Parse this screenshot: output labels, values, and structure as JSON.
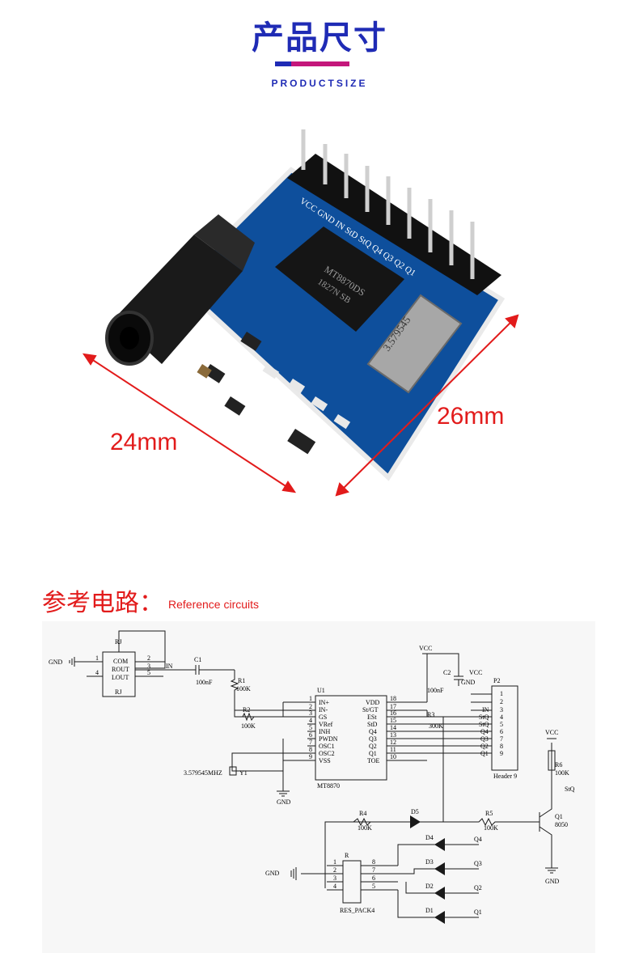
{
  "header": {
    "title": "产品尺寸",
    "subtitle": "PRODUCTSIZE"
  },
  "dimensions": {
    "width_label": "24mm",
    "height_label": "26mm"
  },
  "board": {
    "chip_label_line1": "MT8870DS",
    "chip_label_line2": "1827N  SB",
    "crystal_label": "3.579545",
    "header_pins_label": "VCC GND IN StD StQ Q4 Q3 Q2 Q1"
  },
  "section": {
    "title": "参考电路：",
    "subtitle": "Reference circuits"
  },
  "schematic": {
    "jack": {
      "ref": "RJ",
      "pins": [
        "COM",
        "ROUT",
        "LOUT"
      ],
      "nums": [
        "1",
        "2",
        "3",
        "4",
        "5"
      ],
      "bottom_ref": "RJ"
    },
    "gnd": "GND",
    "in_label": "IN",
    "c1": {
      "ref": "C1",
      "value": "100nF"
    },
    "r1": {
      "ref": "R1",
      "value": "100K"
    },
    "r2": {
      "ref": "R2",
      "value": "100K"
    },
    "r3": {
      "ref": "R3",
      "value": "300K"
    },
    "c2": {
      "ref": "C2",
      "value": "100nF"
    },
    "u1": {
      "ref": "U1",
      "name": "MT8870",
      "left_pins": [
        "IN+",
        "IN-",
        "GS",
        "VRef",
        "INH",
        "PWDN",
        "OSC1",
        "OSC2",
        "VSS"
      ],
      "left_nums": [
        "1",
        "2",
        "3",
        "4",
        "5",
        "6",
        "7",
        "8",
        "9"
      ],
      "right_pins": [
        "VDD",
        "St/GT",
        "ESt",
        "StD",
        "Q4",
        "Q3",
        "Q2",
        "Q1",
        "TOE"
      ],
      "right_nums": [
        "18",
        "17",
        "16",
        "15",
        "14",
        "13",
        "12",
        "11",
        "10"
      ]
    },
    "crystal": {
      "ref": "Y1",
      "value": "3.579545MHZ"
    },
    "vcc": "VCC",
    "p2": {
      "ref": "P2",
      "name": "Header 9",
      "nums": [
        "1",
        "2",
        "3",
        "4",
        "5",
        "6",
        "7",
        "8",
        "9"
      ],
      "labels": [
        "",
        "",
        "IN",
        "StQ",
        "StQ",
        "Q4",
        "Q3",
        "Q2",
        "Q1"
      ]
    },
    "r4": {
      "ref": "R4",
      "value": "100K"
    },
    "r5": {
      "ref": "R5",
      "value": "100K"
    },
    "r6": {
      "ref": "R6",
      "value": "100K"
    },
    "q1": {
      "ref": "Q1",
      "value": "8050"
    },
    "stq_label": "StQ",
    "res_pack": {
      "ref": "R",
      "name": "RES_PACK4",
      "left": [
        "1",
        "2",
        "3",
        "4"
      ],
      "right": [
        "8",
        "7",
        "6",
        "5"
      ]
    },
    "leds": [
      "D5",
      "D4",
      "D3",
      "D2",
      "D1"
    ],
    "q_labels": [
      "Q4",
      "Q3",
      "Q2",
      "Q1"
    ]
  },
  "colors": {
    "title_blue": "#1f2bb5",
    "accent_pink": "#c4177b",
    "dimension_red": "#e21b1b",
    "pcb_blue": "#0e4f9c"
  }
}
